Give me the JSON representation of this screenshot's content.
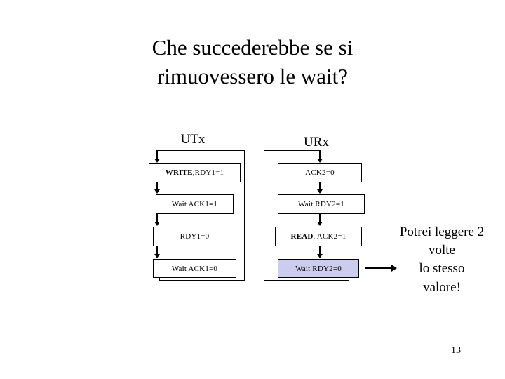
{
  "slide": {
    "title": "Che succederebbe se si\nrimuovessero le wait?",
    "page_number": "13",
    "caption": "Potrei leggere 2\nvolte\nlo stesso\nvalore!"
  },
  "colors": {
    "highlight_fill": "#ccccee",
    "stroke": "#000000",
    "background": "#ffffff"
  },
  "columns": [
    {
      "id": "utx",
      "heading": "UTx",
      "loop_side": "right",
      "steps": [
        {
          "bold_prefix": "WRITE",
          "rest": ",RDY1=1",
          "highlight": false
        },
        {
          "bold_prefix": "",
          "rest": "Wait ACK1=1",
          "highlight": false
        },
        {
          "bold_prefix": "",
          "rest": "RDY1=0",
          "highlight": false
        },
        {
          "bold_prefix": "",
          "rest": "Wait ACK1=0",
          "highlight": false
        }
      ]
    },
    {
      "id": "urx",
      "heading": "URx",
      "loop_side": "left",
      "steps": [
        {
          "bold_prefix": "",
          "rest": "ACK2=0",
          "highlight": false
        },
        {
          "bold_prefix": "",
          "rest": "Wait RDY2=1",
          "highlight": false
        },
        {
          "bold_prefix": "READ",
          "rest": ", ACK2=1",
          "highlight": false
        },
        {
          "bold_prefix": "",
          "rest": "Wait RDY2=0",
          "highlight": true
        }
      ]
    }
  ]
}
